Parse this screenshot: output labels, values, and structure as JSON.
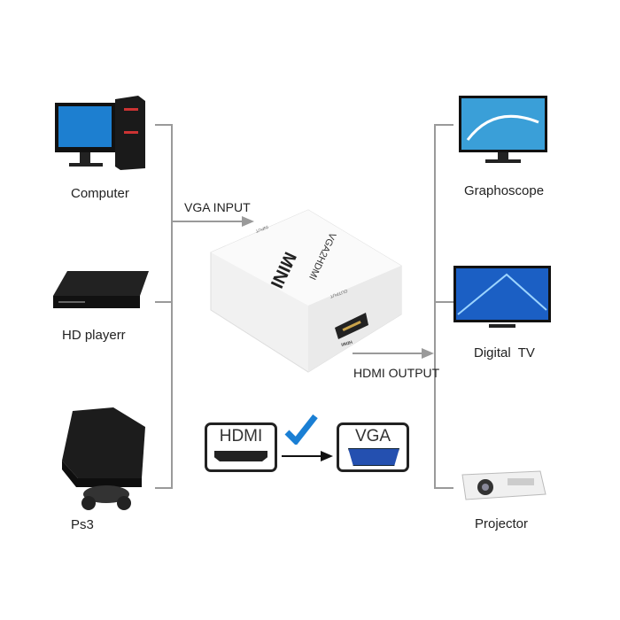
{
  "inputs": [
    {
      "label": "Computer"
    },
    {
      "label": "HD playerr"
    },
    {
      "label": "Ps3"
    }
  ],
  "outputs": [
    {
      "label": "Graphoscope"
    },
    {
      "label": "Digital  TV"
    },
    {
      "label": "Projector"
    }
  ],
  "arrows": {
    "input": "VGA INPUT",
    "output": "HDMI OUTPUT"
  },
  "device": {
    "brand": "MINI",
    "model": "VGA2HDMI",
    "input_port": "INPUT",
    "output_port": "OUTPUT",
    "hdmi_port": "HDMI"
  },
  "legend": {
    "from": "HDMI",
    "to": "VGA"
  },
  "colors": {
    "check": "#1a7fd4",
    "vga_port": "#2450b0",
    "lines": "#9a9a9a"
  }
}
